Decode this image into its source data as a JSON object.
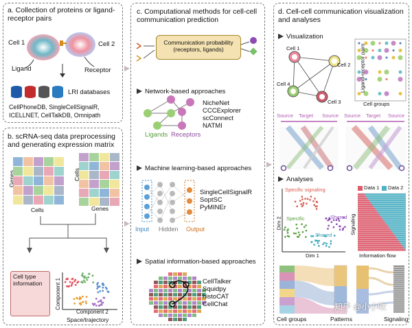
{
  "panel_a": {
    "title": "a. Collection of proteins or ligand-receptor pairs",
    "cell1": "Cell 1",
    "cell2": "Cell 2",
    "ligand": "Ligand",
    "receptor": "Receptor",
    "lri": "LRI databases",
    "db_line1": "CellPhoneDB, SingleCellSignalR,",
    "db_line2": "ICELLNET, CellTalkDB, Omnipath"
  },
  "panel_b": {
    "title": "b. scRNA-seq data preprocessing and generating expression matrix",
    "genes": "Genes",
    "cells_x": "Cells",
    "cells_y": "Cells",
    "genes_x": "Genes",
    "cell_type_info": "Cell type information",
    "component1": "Component 1",
    "component2": "Component 2",
    "space": "Space/trajectory",
    "colors": [
      "#8fb6d8",
      "#f2c3a3",
      "#c2a1cc",
      "#a8d39c",
      "#f0e79c",
      "#aab7c9",
      "#e9a8b6",
      "#9fd3cd"
    ]
  },
  "panel_c": {
    "title": "c. Computational methods for cell-cell communication prediction",
    "comm_prob": "Communication probability (receptors, ligands)",
    "network_title": "Network-based approaches",
    "network_tools": [
      "NicheNet",
      "CCCExplorer",
      "scConnect",
      "NATMI"
    ],
    "ligands": "Ligands",
    "receptors": "Receptors",
    "ml_title": "Machine learning-based approaches",
    "ml_tools": [
      "SingleCellSignalR",
      "SoptSC",
      "PyMINEr"
    ],
    "input": "Input",
    "hidden": "Hidden",
    "output": "Output",
    "spatial_title": "Spatial information-based approaches",
    "spatial_tools": [
      "CellTalker",
      "Squidpy",
      "histoCAT",
      "CellChat"
    ]
  },
  "panel_d": {
    "title": "d. Cell-cell communication visualization and analyses",
    "visualization": "Visualization",
    "cell1": "Cell 1",
    "cell2": "Cell 2",
    "cell3": "Cell 3",
    "cell4": "Cell 4",
    "lr_pairs": "Ligand-receptor pairs",
    "cell_groups": "Cell groups",
    "source": "Source",
    "target": "Target",
    "analyses": "Analyses",
    "specific_signaling": "Specific signaling",
    "specific": "Specific",
    "shared": "Shared",
    "dim2": "Dim 2",
    "dim1": "Dim 1",
    "data1": "Data 1",
    "data2": "Data 2",
    "signaling_axis": "Signaling",
    "info_flow": "Information flow",
    "cell_groups_bottom": "Cell groups",
    "patterns": "Patterns",
    "signaling_bottom": "Signaling",
    "watermark": "知乎 @小小吹"
  }
}
